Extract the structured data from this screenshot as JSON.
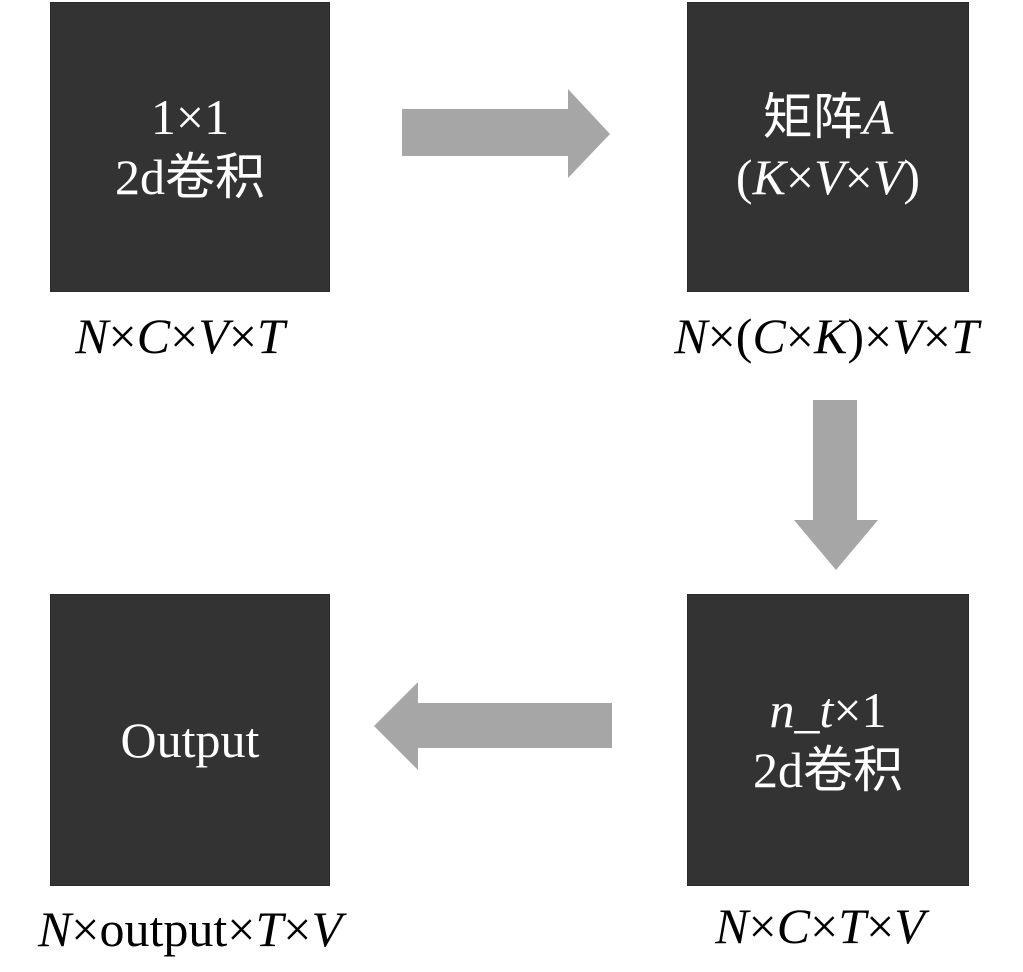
{
  "colors": {
    "box_fill": "#333333",
    "box_text": "#ffffff",
    "arrow_fill": "#a6a6a6",
    "caption_text": "#000000",
    "background": "#ffffff"
  },
  "nodes": {
    "conv1x1": {
      "line1": "1×1",
      "line2": "2d卷积",
      "caption": {
        "p1": "N",
        "p2": "×",
        "p3": "C",
        "p4": "×",
        "p5": "V",
        "p6": "×",
        "p7": "T"
      }
    },
    "matrix": {
      "line1_text": "矩阵",
      "line1_var": "A",
      "line2": {
        "open": "(",
        "k": "K",
        "x1": "×",
        "v1": "V",
        "x2": "×",
        "v2": "V",
        "close": ")"
      },
      "caption": {
        "p1": "N",
        "p2": "×(",
        "p3": "C",
        "p4": "×",
        "p5": "K",
        "p6": ")×",
        "p7": "V",
        "p8": "×",
        "p9": "T"
      }
    },
    "conv_nt": {
      "line1_var": "n_t",
      "line1_rest": "×1",
      "line2": "2d卷积",
      "caption": {
        "p1": "N",
        "p2": "×",
        "p3": "C",
        "p4": "×",
        "p5": "T",
        "p6": "×",
        "p7": "V"
      }
    },
    "output": {
      "line1": "Output",
      "caption": {
        "p1": "N",
        "p2": "×output×",
        "p3": "T",
        "p4": "×",
        "p5": "V"
      }
    }
  },
  "arrows": [
    {
      "from": "conv1x1",
      "to": "matrix",
      "direction": "right"
    },
    {
      "from": "matrix",
      "to": "conv_nt",
      "direction": "down"
    },
    {
      "from": "conv_nt",
      "to": "output",
      "direction": "left"
    }
  ]
}
